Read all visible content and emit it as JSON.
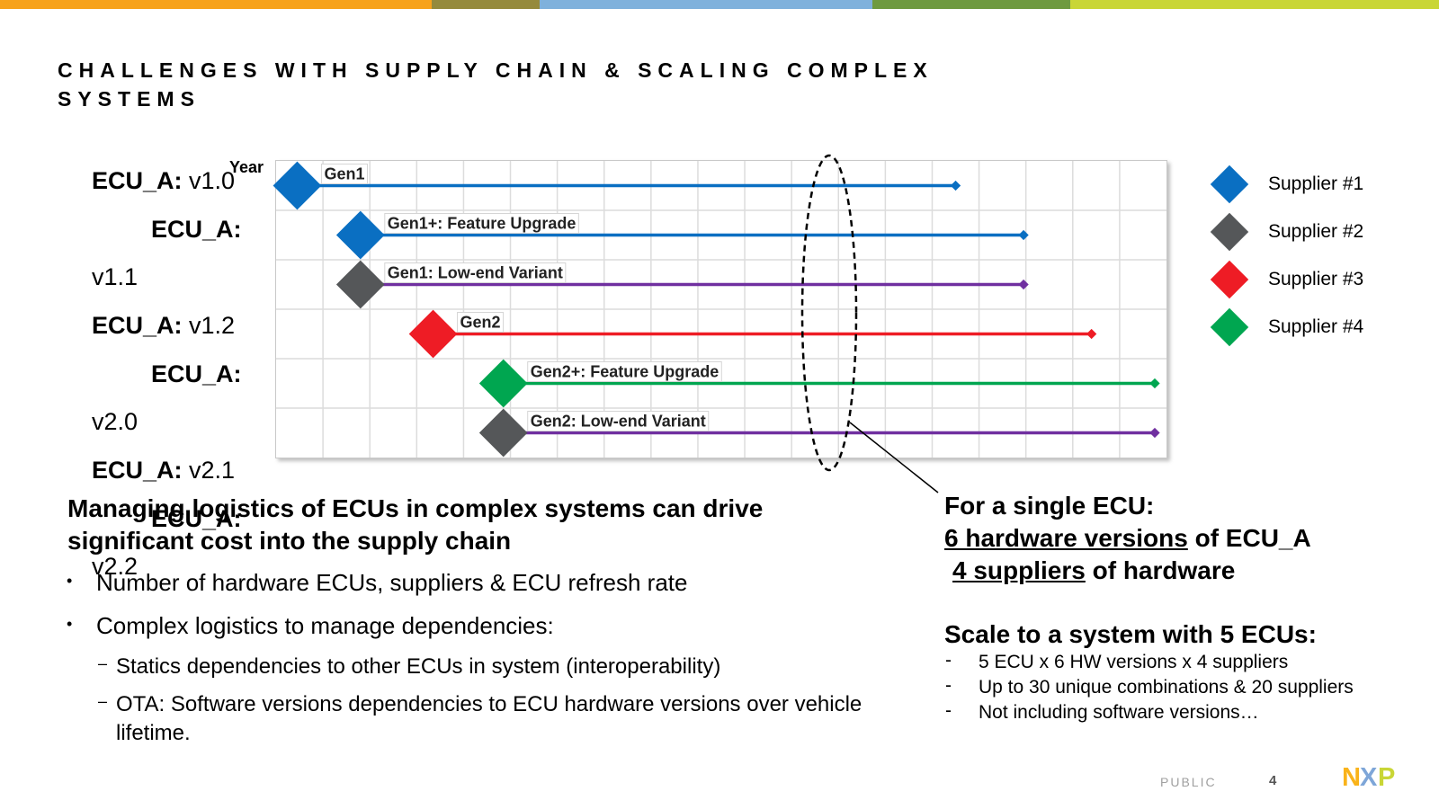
{
  "colors": {
    "topbar": [
      "#f7a21b",
      "#958a3c",
      "#7fb1dc",
      "#6e9a3f",
      "#c9d636"
    ],
    "supplier1": "#0a6fc2",
    "supplier2": "#555759",
    "supplier3": "#ee1c25",
    "supplier4": "#00a650",
    "purple": "#7030a0"
  },
  "title": "CHALLENGES WITH SUPPLY CHAIN & SCALING COMPLEX SYSTEMS",
  "chart": {
    "year_label": "Year",
    "ecu_labels": [
      {
        "prefix": "ECU_A:",
        "version": "v1.0"
      },
      {
        "prefix": "ECU_A:",
        "version": ""
      },
      {
        "prefix": "",
        "version": "v1.1"
      },
      {
        "prefix": "ECU_A:",
        "version": "v1.2"
      },
      {
        "prefix": "ECU_A:",
        "version": ""
      },
      {
        "prefix": "",
        "version": "v2.0"
      },
      {
        "prefix": "ECU_A:",
        "version": "v2.1"
      },
      {
        "prefix": "ECU_A:",
        "version": ""
      },
      {
        "prefix": "",
        "version": "v2.2"
      }
    ],
    "bars": [
      {
        "label": "Gen1",
        "supplier": 1,
        "start_col": 0.45,
        "end_col": 14.5,
        "line": "supplier1"
      },
      {
        "label": "Gen1+: Feature Upgrade",
        "supplier": 1,
        "start_col": 1.8,
        "end_col": 15.95,
        "line": "supplier1"
      },
      {
        "label": "Gen1: Low-end Variant",
        "supplier": 2,
        "start_col": 1.8,
        "end_col": 15.95,
        "line": "purple"
      },
      {
        "label": "Gen2",
        "supplier": 3,
        "start_col": 3.35,
        "end_col": 17.4,
        "line": "supplier3"
      },
      {
        "label": "Gen2+: Feature Upgrade",
        "supplier": 4,
        "start_col": 4.85,
        "end_col": 18.75,
        "line": "supplier4"
      },
      {
        "label": "Gen2: Low-end Variant",
        "supplier": 2,
        "start_col": 4.85,
        "end_col": 18.75,
        "line": "purple"
      }
    ]
  },
  "legend": [
    {
      "label": "Supplier #1",
      "color_key": "supplier1"
    },
    {
      "label": "Supplier #2",
      "color_key": "supplier2"
    },
    {
      "label": "Supplier #3",
      "color_key": "supplier3"
    },
    {
      "label": "Supplier #4",
      "color_key": "supplier4"
    }
  ],
  "left": {
    "heading": "Managing logistics of ECUs in complex systems can drive significant cost into the supply chain",
    "bullets": [
      "Number of hardware ECUs, suppliers & ECU refresh rate",
      "Complex logistics to manage dependencies:"
    ],
    "subbullets": [
      "Statics dependencies to other ECUs in system (interoperability)",
      "OTA: Software versions dependencies to ECU hardware versions over vehicle lifetime."
    ]
  },
  "right": {
    "line1": "For a single ECU:",
    "line2_u": "6 hardware versions",
    "line2_rest": " of ECU_A",
    "line3_u": "4 suppliers",
    "line3_rest": " of hardware",
    "scale_heading": "Scale to a system with 5 ECUs:",
    "scale_items": [
      "5 ECU x 6 HW versions x 4 suppliers",
      "Up to 30 unique combinations & 20 suppliers",
      "Not including software versions…"
    ],
    "dash": "-"
  },
  "footer": {
    "classification": "PUBLIC",
    "page": "4",
    "logo_text": "NXP"
  }
}
